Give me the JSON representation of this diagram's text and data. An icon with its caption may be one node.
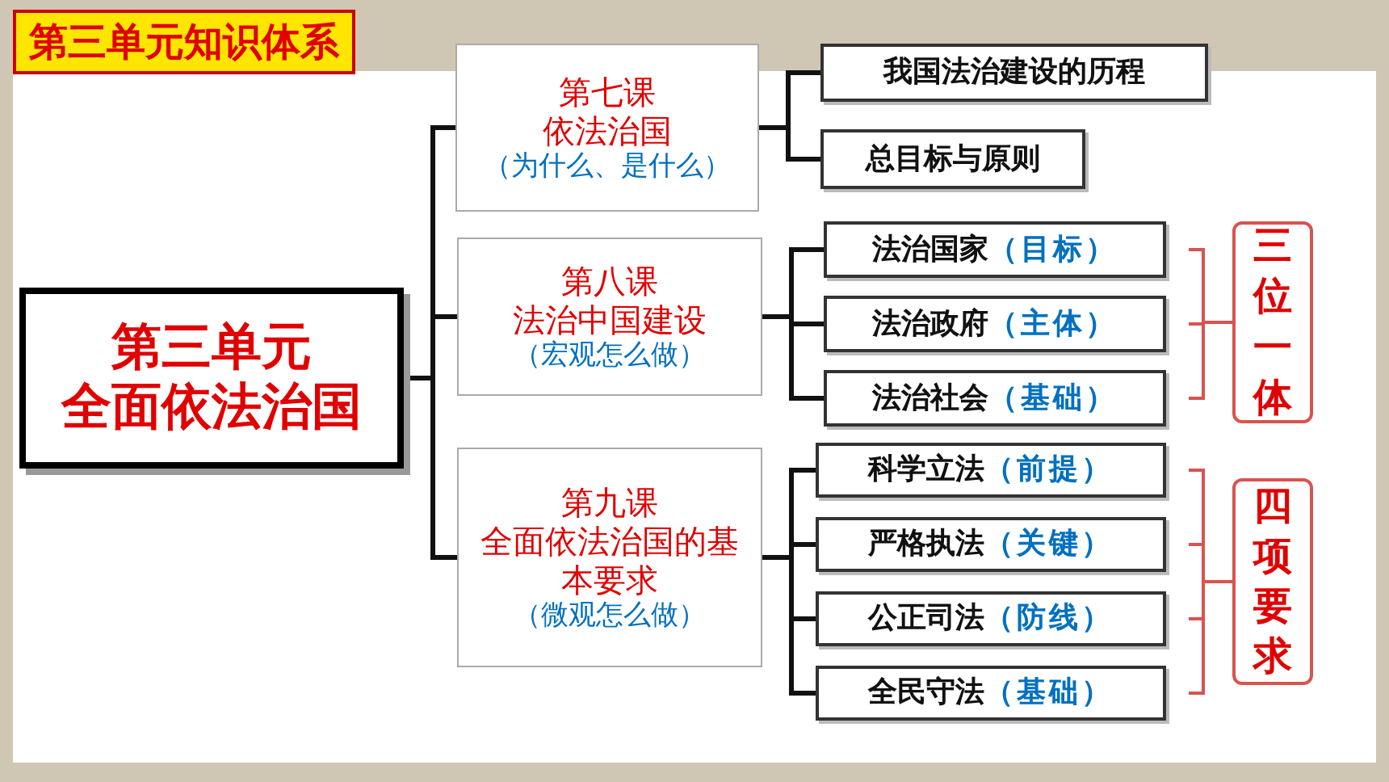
{
  "diagram": {
    "title": "第三单元知识体系",
    "nodes": [
      {
        "text": [
          "第三单元",
          "全面依法治国"
        ]
      },
      {
        "text": [
          "第七课",
          "依法治国",
          "（为什么、是什么）"
        ]
      },
      {
        "text": [
          "我国法治建设的历程"
        ]
      },
      {
        "text": [
          "总目标与原则"
        ]
      },
      {
        "text": [
          "第八课",
          "法治中国建设",
          "（宏观怎么做）"
        ]
      },
      {
        "text": [
          "法治国家",
          "（目标）"
        ]
      },
      {
        "text": [
          "法治政府",
          "（主体）"
        ]
      },
      {
        "text": [
          "法治社会",
          "（基础）"
        ]
      },
      {
        "text": [
          "三位一体"
        ]
      },
      {
        "text": [
          "第九课",
          "全面依法治国的基本要求",
          "（微观怎么做）"
        ]
      },
      {
        "text": [
          "科学立法",
          "（前提）"
        ]
      },
      {
        "text": [
          "严格执法",
          "（关键）"
        ]
      },
      {
        "text": [
          "公正司法",
          "（防线）"
        ]
      },
      {
        "text": [
          "全民守法",
          "（基础）"
        ]
      },
      {
        "text": [
          "四项要求"
        ]
      }
    ],
    "edges": [
      {
        "from": 0,
        "to": 1,
        "arrow": "none"
      },
      {
        "from": 0,
        "to": 4,
        "arrow": "none"
      },
      {
        "from": 0,
        "to": 9,
        "arrow": "none"
      },
      {
        "from": 1,
        "to": 2,
        "arrow": "none"
      },
      {
        "from": 1,
        "to": 3,
        "arrow": "none"
      },
      {
        "from": 4,
        "to": 5,
        "arrow": "none"
      },
      {
        "from": 4,
        "to": 6,
        "arrow": "none"
      },
      {
        "from": 4,
        "to": 7,
        "arrow": "none"
      },
      {
        "from": 9,
        "to": 10,
        "arrow": "none"
      },
      {
        "from": 9,
        "to": 11,
        "arrow": "none"
      },
      {
        "from": 9,
        "to": 12,
        "arrow": "none"
      },
      {
        "from": 9,
        "to": 13,
        "arrow": "none"
      },
      {
        "from": 5,
        "to": 8,
        "arrow": "none",
        "color": "#d9534f"
      },
      {
        "from": 6,
        "to": 8,
        "arrow": "none",
        "color": "#d9534f"
      },
      {
        "from": 7,
        "to": 8,
        "arrow": "none",
        "color": "#d9534f"
      },
      {
        "from": 10,
        "to": 14,
        "arrow": "none",
        "color": "#d9534f"
      },
      {
        "from": 11,
        "to": 14,
        "arrow": "none",
        "color": "#d9534f"
      },
      {
        "from": 12,
        "to": 14,
        "arrow": "none",
        "color": "#d9534f"
      },
      {
        "from": 13,
        "to": 14,
        "arrow": "none",
        "color": "#d9534f"
      }
    ]
  }
}
